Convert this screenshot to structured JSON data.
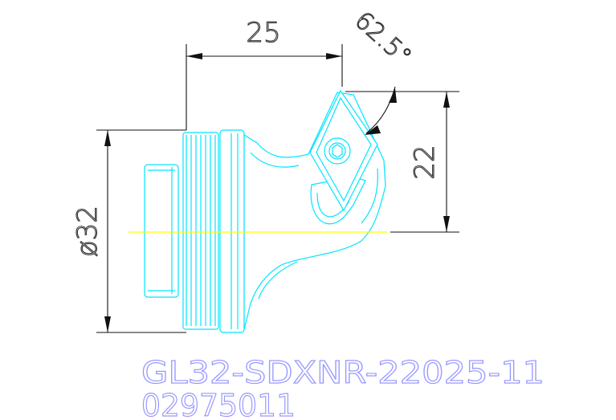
{
  "dimensions": {
    "length": "25",
    "angle": "62.5°",
    "height": "22",
    "diameter": "ø32"
  },
  "part": {
    "name": "GL32-SDXNR-22025-11",
    "code": "02975011"
  },
  "colors": {
    "outline": "#00e5ff",
    "centerline": "#ffff00",
    "dimension": "#111111",
    "title": "#9999ff"
  }
}
